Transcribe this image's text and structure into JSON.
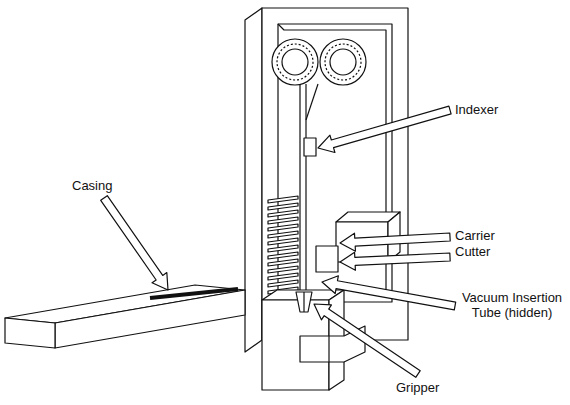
{
  "diagram": {
    "labels": [
      "Indexer",
      "Casing",
      "Carrier",
      "Cutter",
      "Vacuum Insertion Tube (hidden)",
      "Gripper"
    ]
  }
}
